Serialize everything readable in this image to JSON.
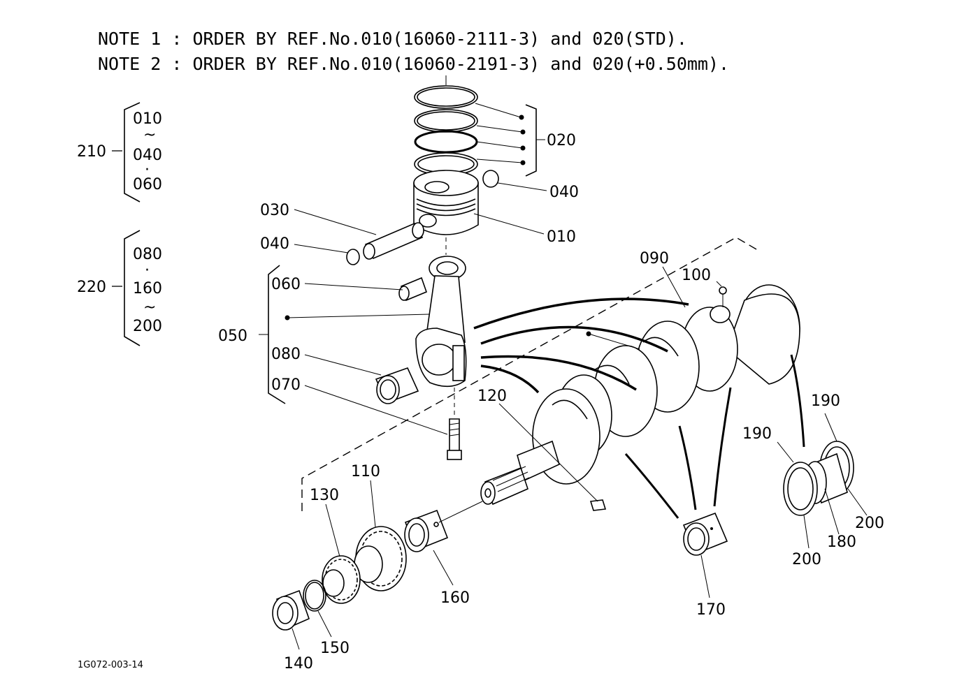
{
  "notes": [
    "NOTE 1 : ORDER BY REF.No.010(16060-2111-3) and 020(STD).",
    "NOTE 2 : ORDER BY REF.No.010(16060-2191-3) and 020(+0.50mm)."
  ],
  "groups": {
    "g210": {
      "ref": "210",
      "items": [
        "010",
        "~",
        "040",
        "·",
        "060"
      ]
    },
    "g220": {
      "ref": "220",
      "items": [
        "080",
        "·",
        "160",
        "~",
        "200"
      ]
    }
  },
  "callouts": {
    "c010": "010",
    "c020": "020",
    "c030": "030",
    "c040a": "040",
    "c040b": "040",
    "c050": "050",
    "c060": "060",
    "c070": "070",
    "c080": "080",
    "c090": "090",
    "c100": "100",
    "c110": "110",
    "c120": "120",
    "c130": "130",
    "c140": "140",
    "c150": "150",
    "c160": "160",
    "c170": "170",
    "c180": "180",
    "c190a": "190",
    "c190b": "190",
    "c200a": "200",
    "c200b": "200"
  },
  "drawing_code": "1G072-003-14"
}
